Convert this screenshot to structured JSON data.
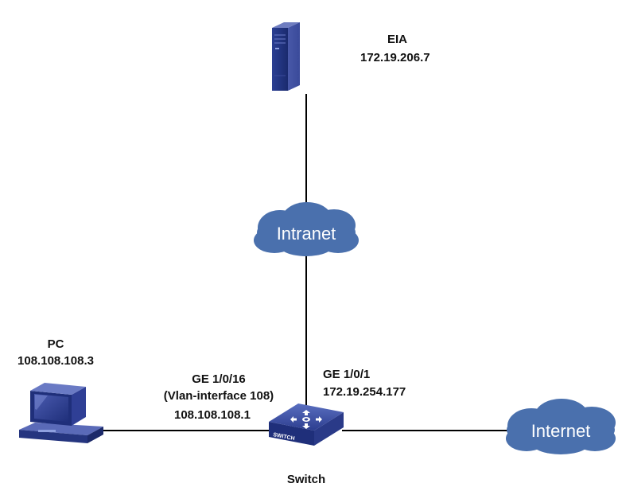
{
  "server": {
    "name": "EIA",
    "ip": "172.19.206.7"
  },
  "intranet": {
    "label": "Intranet"
  },
  "internet": {
    "label": "Internet"
  },
  "pc": {
    "name": "PC",
    "ip": "108.108.108.3"
  },
  "switch": {
    "name": "Switch",
    "badge": "SWITCH",
    "port_left": {
      "name": "GE 1/0/16",
      "vlan": "(Vlan-interface 108)",
      "ip": "108.108.108.1"
    },
    "port_right": {
      "name": "GE 1/0/1",
      "ip": "172.19.254.177"
    }
  },
  "colors": {
    "cloud": "#4a70ad",
    "device": "#1f2f7a",
    "line": "#000000"
  }
}
